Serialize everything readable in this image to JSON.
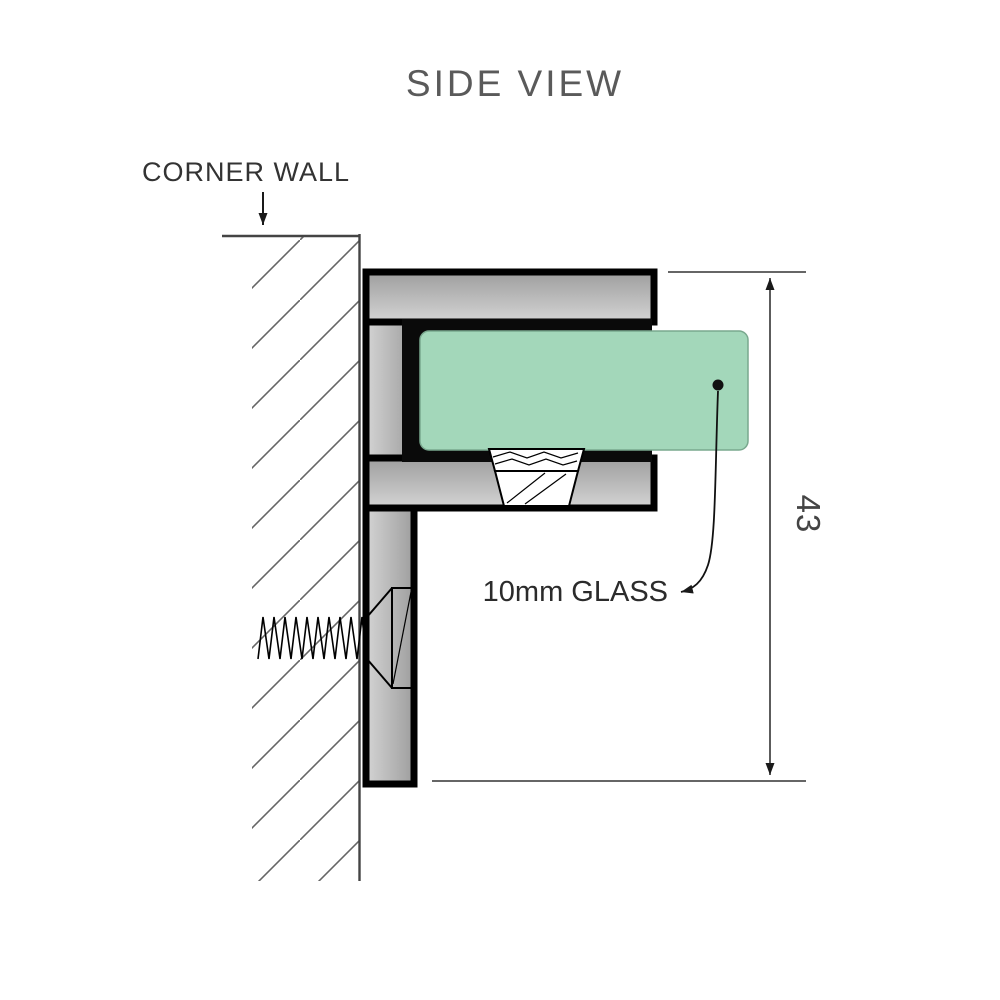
{
  "diagram": {
    "title": "SIDE VIEW",
    "labels": {
      "corner_wall": "CORNER WALL",
      "glass_callout": "10mm GLASS",
      "dimension_height": "43"
    },
    "colors": {
      "glass_fill": "#a3d7ba",
      "glass_stroke": "#79a88e",
      "bracket_light": "#d4d4d4",
      "bracket_dark": "#9e9e9e",
      "gasket_black": "#0a0a0a",
      "outline": "#000000",
      "line": "#3a3a3a"
    }
  }
}
